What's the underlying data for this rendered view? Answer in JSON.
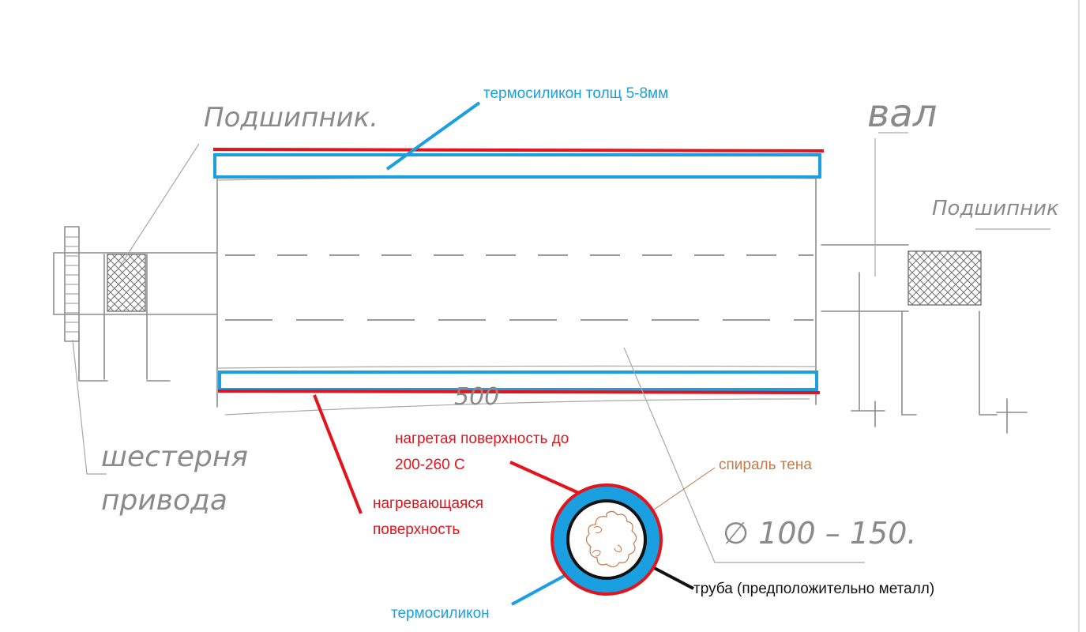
{
  "labels": {
    "thermosilicone_thickness": "термосиликон толщ 5-8мм",
    "heated_surface_temp_line1": "нагретая поверхность до",
    "heated_surface_temp_line2": "200-260 С",
    "heating_surface_line1": "нагревающаяся",
    "heating_surface_line2": "поверхность",
    "heater_spiral": "спираль тена",
    "pipe": "труба (предположительно металл)",
    "thermosilicone": "термосиликон"
  },
  "handwritten": {
    "bearing_left": "Подшипник.",
    "bearing_right": "Подшипник",
    "shaft": "вал",
    "gear_line1": "шестерня",
    "gear_line2": "привода",
    "length": "500",
    "diameter": "∅ 100 – 150."
  },
  "colors": {
    "blue": "#1a9fe0",
    "red": "#e3141b",
    "brown": "#c47a4a",
    "black": "#111111",
    "pencil": "#8c8c8c"
  }
}
